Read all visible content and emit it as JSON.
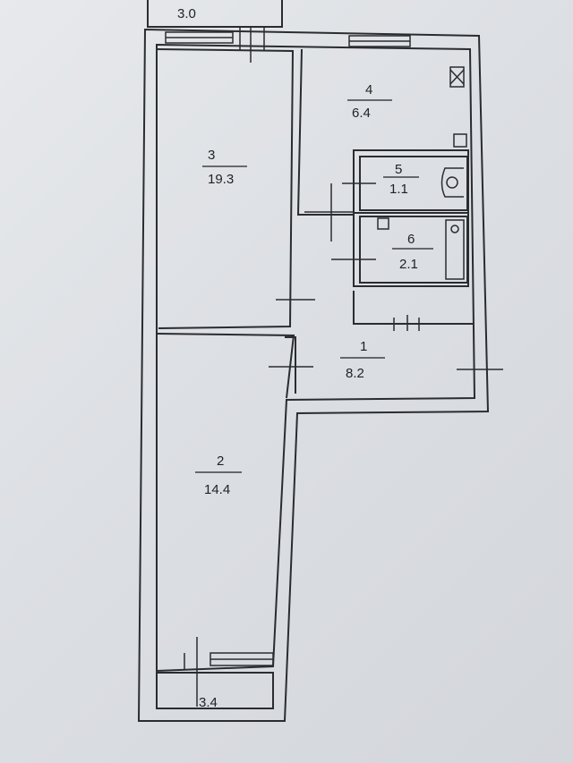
{
  "rooms": [
    {
      "id": "1",
      "number": "1",
      "area": "8.2"
    },
    {
      "id": "2",
      "number": "2",
      "area": "14.4"
    },
    {
      "id": "3",
      "number": "3",
      "area": "19.3"
    },
    {
      "id": "4",
      "number": "4",
      "area": "6.4"
    },
    {
      "id": "5",
      "number": "5",
      "area": "1.1"
    },
    {
      "id": "6",
      "number": "6",
      "area": "2.1"
    }
  ],
  "balconies": {
    "top": "3.0",
    "bottom": "3.4"
  }
}
